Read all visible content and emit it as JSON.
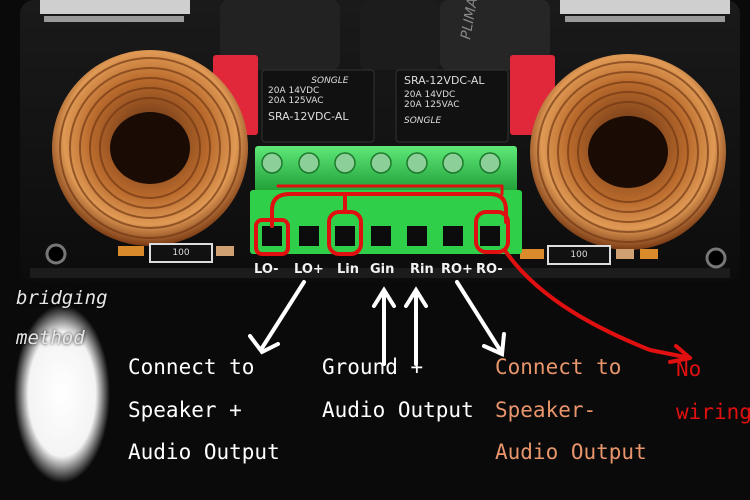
{
  "photo": {
    "pin_labels": {
      "lo_minus": "LO-",
      "lo_plus": "LO+",
      "lin": "Lin",
      "gin": "Gin",
      "rin": "Rin",
      "ro_plus": "RO+",
      "ro_minus": "RO-"
    },
    "relay_left": {
      "brand": "SONGLE",
      "line1": "20A 14VDC",
      "line2": "20A 125VAC",
      "model": "SRA-12VDC-AL"
    },
    "relay_right": {
      "brand": "SONGLE",
      "line1": "20A 14VDC",
      "line2": "20A 125VAC",
      "model": "SRA-12VDC-AL"
    },
    "resistor_left": "100",
    "resistor_right": "100",
    "capacitor_text": "PLIMA"
  },
  "annotations": {
    "method_line1": "bridging",
    "method_line2": "method",
    "speaker_plus_line1": "Connect to",
    "speaker_plus_line2": "Speaker +",
    "speaker_plus_line3": "Audio Output",
    "ground_line1": "Ground +",
    "ground_line2": "Audio Output",
    "speaker_minus_line1": "Connect to",
    "speaker_minus_line2": "Speaker-",
    "speaker_minus_line3": "Audio Output",
    "no_wiring_line1": "No",
    "no_wiring_line2": "wiring"
  },
  "colors": {
    "terminal_green": "#2fcf4a",
    "annotation_red": "#e01010",
    "copper": "#c8742e",
    "relay_red": "#e0283a",
    "board_black": "#121212",
    "label_orange": "#e8956c"
  }
}
